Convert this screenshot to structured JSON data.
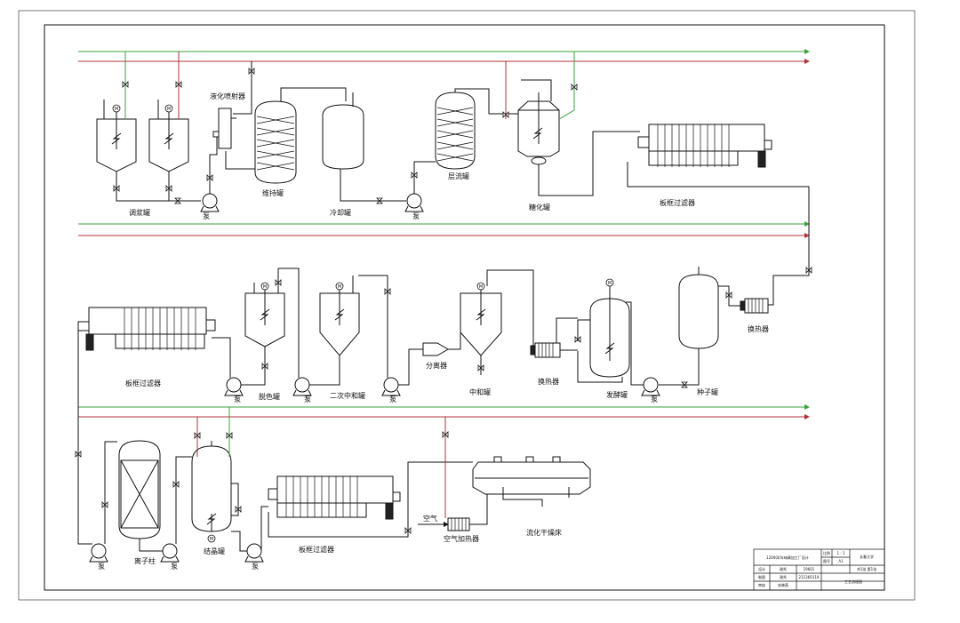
{
  "colors": {
    "line": "#111111",
    "water_line": "#3aa03a",
    "steam_line": "#b0303a"
  },
  "labels": {
    "slurry_tank": "调浆罐",
    "pump": "泵",
    "liquefaction_injector": "液化喷射器",
    "holding_tank": "维持罐",
    "cooling_tank": "冷却罐",
    "laminar_tank": "层流罐",
    "saccharification_tank": "糖化罐",
    "plate_frame_filter": "板框过滤器",
    "heat_exchanger": "换热器",
    "seed_tank": "种子罐",
    "fermentation_tank": "发酵罐",
    "neutralization_tank": "中和罐",
    "separator": "分离器",
    "secondary_neutralization_tank": "二次中和罐",
    "decolorization_tank": "脱色罐",
    "ion_column": "离子柱",
    "crystallization_tank": "结晶罐",
    "air": "空气",
    "air_heater": "空气加热器",
    "fluidized_bed_dryer": "流化干燥床",
    "motor": "M"
  },
  "title_block": {
    "project": "12000t/年味精加工厂设计",
    "ratio_label": "比例",
    "ratio_value": "1 : 1",
    "sheet_label": "图号",
    "sheet_value": "A1",
    "school": "长春大学",
    "designed_label": "设计",
    "designed_name": "谢秀",
    "designed_date": "19601",
    "drawn_label": "制图",
    "drawn_name": "谢秀",
    "drawn_id": "211360119",
    "checked_label": "审核",
    "checked_name": "宋晓燕",
    "pages": "共1张 第1张",
    "drawing_title": "工艺流程图"
  }
}
